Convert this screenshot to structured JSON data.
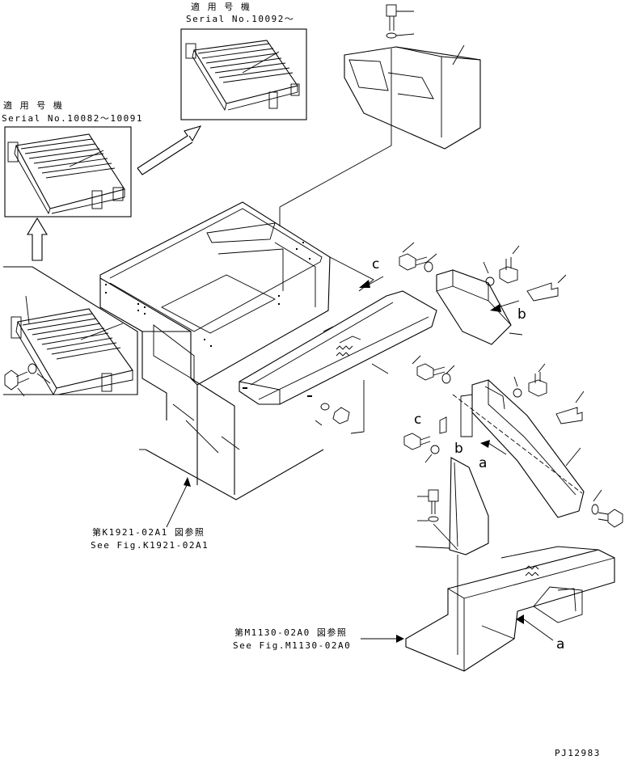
{
  "variants": {
    "top": {
      "applicable_jp": "適 用 号 機",
      "serial": "Serial No.10092〜"
    },
    "left": {
      "applicable_jp": "適 用 号 機",
      "serial": "Serial No.10082〜10091"
    }
  },
  "references": {
    "cab": {
      "jp": "第K1921-02A1 図参照",
      "en": "See Fig.K1921-02A1"
    },
    "frame": {
      "jp": "第M1130-02A0 図参照",
      "en": "See Fig.M1130-02A0"
    }
  },
  "markers": {
    "a": "a",
    "b": "b",
    "c": "c"
  },
  "drawing_no": "PJ12983"
}
